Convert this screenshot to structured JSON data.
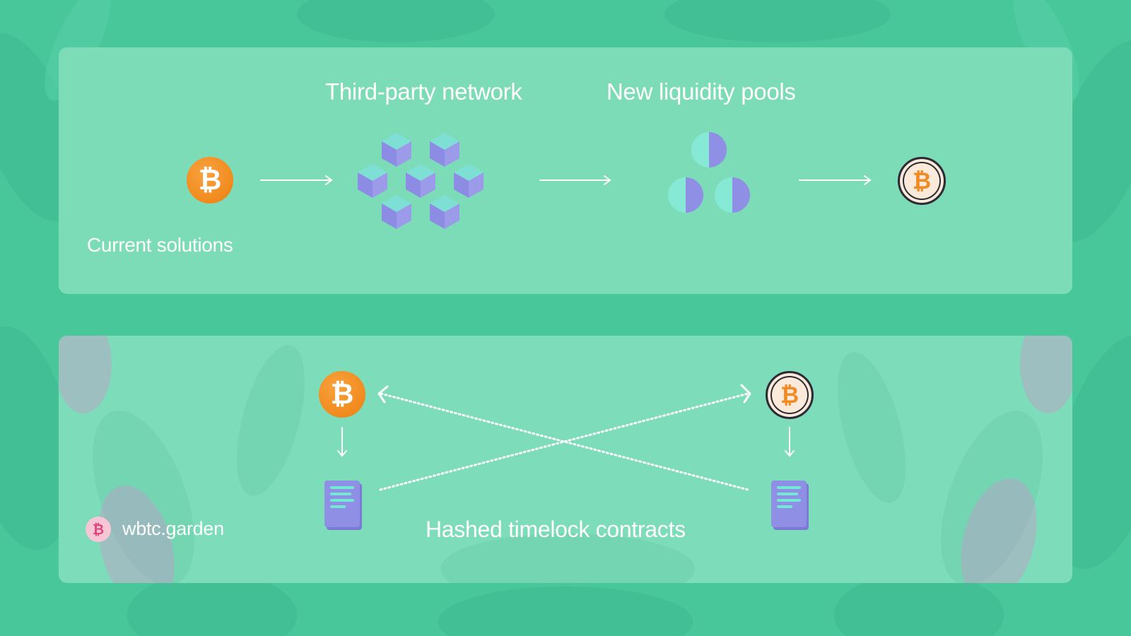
{
  "colors": {
    "background": "#48c79a",
    "panel": "#7cdcb8",
    "arrow": "#ffffff",
    "bitcoin_orange": "#f18a1d",
    "cube_purple": "#8f8fe6",
    "pool_teal": "#7ee8d4",
    "brand_pink": "#e0457f"
  },
  "top_panel": {
    "label_current": "Current solutions",
    "label_network": "Third-party network",
    "label_pools": "New liquidity pools",
    "start_coin_icon": "bitcoin-icon",
    "end_coin_icon": "wrapped-bitcoin-icon",
    "network_icon": "cube-cluster-icon",
    "pools_icon": "half-circle-pools-icon"
  },
  "bottom_panel": {
    "label_htlc": "Hashed timelock contracts",
    "left_coin_icon": "bitcoin-icon",
    "right_coin_icon": "wrapped-bitcoin-icon",
    "contract_icon": "contract-document-icon",
    "brand_text": "wbtc.garden",
    "brand_icon": "wbtc-garden-logo-icon",
    "coin_symbol": "₿"
  }
}
